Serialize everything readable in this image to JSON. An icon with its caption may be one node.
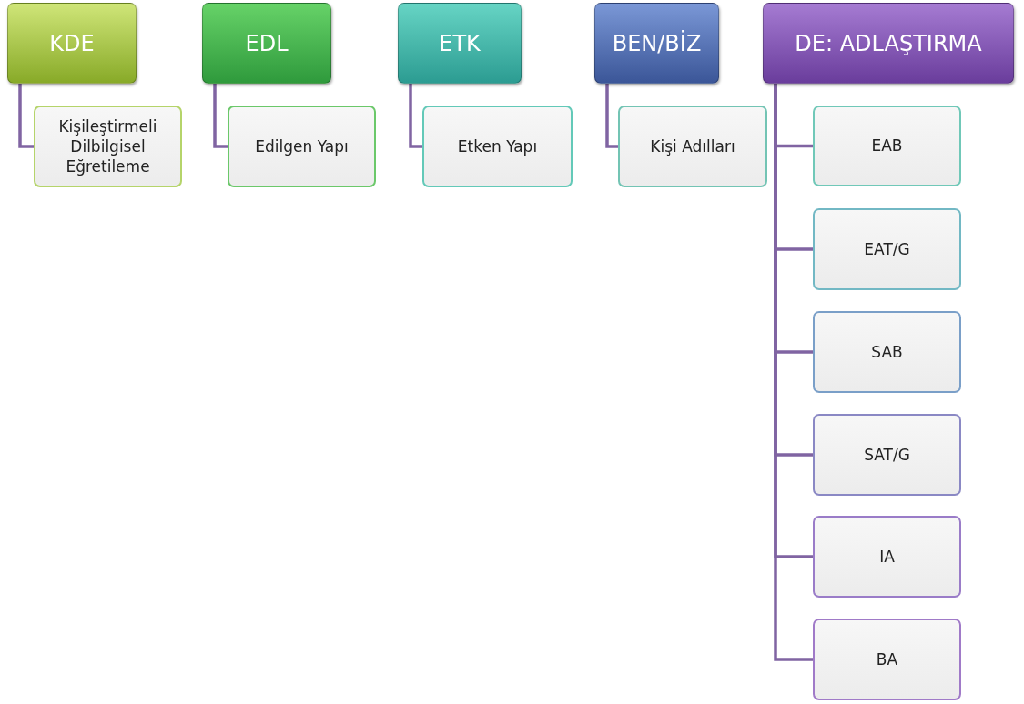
{
  "diagram": {
    "nodes": [
      {
        "text": [
          "KDE"
        ]
      },
      {
        "text": [
          "Kişileştirmeli Dilbilgisel Eğretileme"
        ]
      },
      {
        "text": [
          "EDL"
        ]
      },
      {
        "text": [
          "Edilgen Yapı"
        ]
      },
      {
        "text": [
          "ETK"
        ]
      },
      {
        "text": [
          "Etken Yapı"
        ]
      },
      {
        "text": [
          "BEN/BİZ"
        ]
      },
      {
        "text": [
          "Kişi Adılları"
        ]
      },
      {
        "text": [
          "DE: ADLAŞTIRMA"
        ]
      },
      {
        "text": [
          "EAB"
        ]
      },
      {
        "text": [
          "EAT/G"
        ]
      },
      {
        "text": [
          "SAB"
        ]
      },
      {
        "text": [
          "SAT/G"
        ]
      },
      {
        "text": [
          "IA"
        ]
      },
      {
        "text": [
          "BA"
        ]
      }
    ],
    "edges": [
      {
        "from": 0,
        "to": 1,
        "arrow": "none"
      },
      {
        "from": 2,
        "to": 3,
        "arrow": "none"
      },
      {
        "from": 4,
        "to": 5,
        "arrow": "none"
      },
      {
        "from": 6,
        "to": 7,
        "arrow": "none"
      },
      {
        "from": 8,
        "to": 9,
        "arrow": "none"
      },
      {
        "from": 8,
        "to": 10,
        "arrow": "none"
      },
      {
        "from": 8,
        "to": 11,
        "arrow": "none"
      },
      {
        "from": 8,
        "to": 12,
        "arrow": "none"
      },
      {
        "from": 8,
        "to": 13,
        "arrow": "none"
      },
      {
        "from": 8,
        "to": 14,
        "arrow": "none"
      }
    ]
  }
}
